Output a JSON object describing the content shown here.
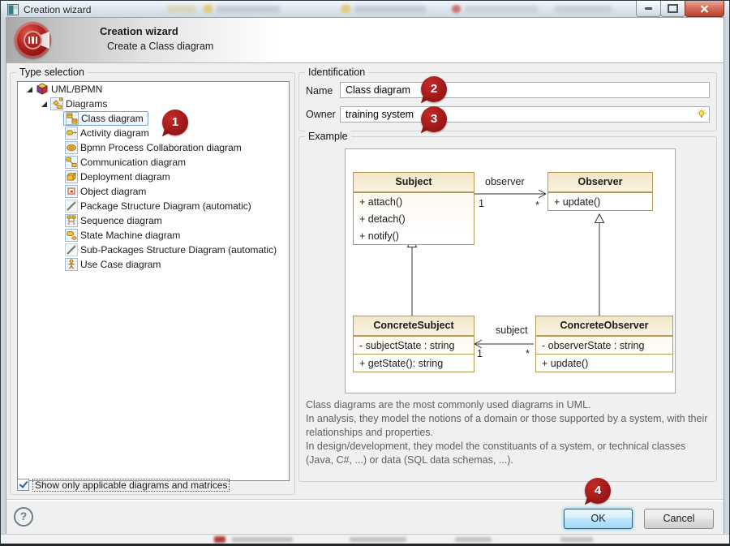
{
  "window": {
    "title": "Creation wizard"
  },
  "header": {
    "title": "Creation wizard",
    "subtitle": "Create a Class diagram"
  },
  "type_selection": {
    "group_label": "Type selection",
    "tree": [
      {
        "label": "UML/BPMN",
        "icon": "uml-bpmn",
        "level": 0,
        "expanded": true
      },
      {
        "label": "Diagrams",
        "icon": "diagrams",
        "level": 1,
        "expanded": true
      },
      {
        "label": "Class diagram",
        "icon": "class-diagram",
        "level": 2,
        "selected": true
      },
      {
        "label": "Activity diagram",
        "icon": "activity-diagram",
        "level": 2
      },
      {
        "label": "Bpmn Process Collaboration diagram",
        "icon": "bpmn-collaboration-diagram",
        "level": 2
      },
      {
        "label": "Communication diagram",
        "icon": "communication-diagram",
        "level": 2
      },
      {
        "label": "Deployment diagram",
        "icon": "deployment-diagram",
        "level": 2
      },
      {
        "label": "Object diagram",
        "icon": "object-diagram",
        "level": 2
      },
      {
        "label": "Package Structure Diagram (automatic)",
        "icon": "wand",
        "level": 2
      },
      {
        "label": "Sequence diagram",
        "icon": "sequence-diagram",
        "level": 2
      },
      {
        "label": "State Machine diagram",
        "icon": "state-machine-diagram",
        "level": 2
      },
      {
        "label": "Sub-Packages Structure Diagram (automatic)",
        "icon": "wand",
        "level": 2
      },
      {
        "label": "Use Case diagram",
        "icon": "use-case-diagram",
        "level": 2
      }
    ],
    "checkbox_label": "Show only applicable diagrams and matrices",
    "checkbox_checked": true
  },
  "identification": {
    "group_label": "Identification",
    "name_label": "Name",
    "name_value": "Class diagram",
    "owner_label": "Owner",
    "owner_value": "training system"
  },
  "example": {
    "group_label": "Example",
    "classes": {
      "subject": {
        "name": "Subject",
        "ops": [
          "+ attach()",
          "+ detach()",
          "+ notify()"
        ]
      },
      "observer": {
        "name": "Observer",
        "ops": [
          "+ update()"
        ]
      },
      "concrete_subject": {
        "name": "ConcreteSubject",
        "attrs": [
          "- subjectState : string"
        ],
        "ops": [
          "+ getState(): string"
        ]
      },
      "concrete_observer": {
        "name": "ConcreteObserver",
        "attrs": [
          "- observerState : string"
        ],
        "ops": [
          "+ update()"
        ]
      }
    },
    "associations": {
      "observer": {
        "label": "observer",
        "from_mult": "1",
        "to_mult": "*"
      },
      "subject": {
        "label": "subject",
        "from_mult": "1",
        "to_mult": "*"
      }
    }
  },
  "description": {
    "paragraphs": [
      "Class diagrams are the most commonly used diagrams in UML.",
      "In analysis, they model the notions of a domain or those supported by a system, with their relationships and properties.",
      "In design/development, they model the constituants of a system, or technical classes (Java, C#, ...) or data (SQL data schemas, ...)."
    ]
  },
  "footer": {
    "help_label": "?",
    "ok_label": "OK",
    "cancel_label": "Cancel"
  },
  "badges": [
    "1",
    "2",
    "3",
    "4"
  ],
  "colors": {
    "badge_red": "#9b1718",
    "ok_button_blue": "#bde6fd",
    "selection_border": "#7da2ce",
    "class_header_fill": "#f2e6c6",
    "class_border": "#b59a55"
  }
}
